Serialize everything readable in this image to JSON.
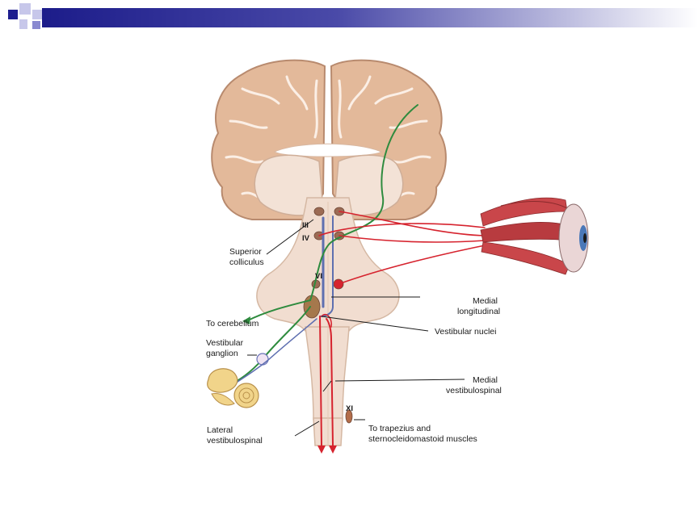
{
  "slide": {
    "accent_dark": "#1f1f8f",
    "accent_light": "#c7c7ea"
  },
  "diagram": {
    "labels": {
      "superior_colliculus_1": "Superior",
      "superior_colliculus_2": "colliculus",
      "to_cerebellum": "To cerebellum",
      "vestibular_ganglion_1": "Vestibular",
      "vestibular_ganglion_2": "ganglion",
      "lateral_vs_1": "Lateral",
      "lateral_vs_2": "vestibulospinal",
      "medial_long_1": "Medial",
      "medial_long_2": "longitudinal",
      "vestibular_nuclei": "Vestibular nuclei",
      "medial_vs_1": "Medial",
      "medial_vs_2": "vestibulospinal",
      "trapezius_1": "To trapezius and",
      "trapezius_2": "sternocleidomastoid muscles"
    },
    "nerves": {
      "III": "III",
      "IV": "IV",
      "VI": "VI",
      "XI": "XI"
    },
    "colors": {
      "brain_tissue": "#e3b99a",
      "brain_outline": "#b88a6e",
      "brainstem": "#f1ddd0",
      "green_pathway": "#2e8b3e",
      "red_pathway": "#d6232e",
      "blue_pathway": "#5e6fb0"
    }
  }
}
